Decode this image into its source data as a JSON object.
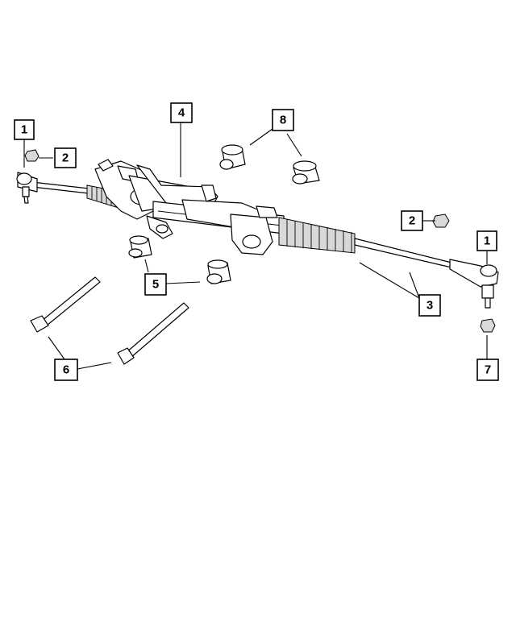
{
  "callouts": {
    "c1_left": "1",
    "c2_left": "2",
    "c4": "4",
    "c8": "8",
    "c2_right": "2",
    "c1_right": "1",
    "c5": "5",
    "c3": "3",
    "c6": "6",
    "c7": "7"
  },
  "colors": {
    "line": "#000000",
    "background": "#ffffff",
    "shade": "#d9d9d9"
  }
}
